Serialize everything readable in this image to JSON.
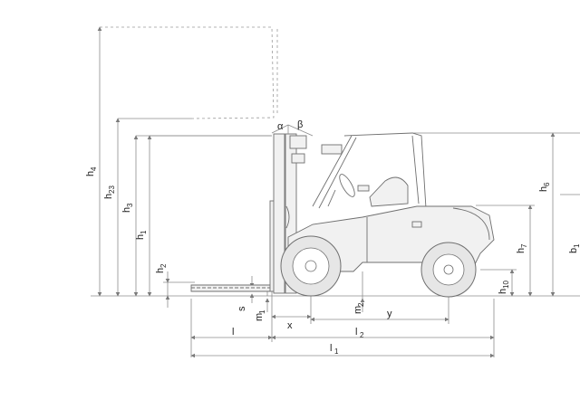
{
  "labels": {
    "h4": {
      "main": "h",
      "sub": "4"
    },
    "h23": {
      "main": "h",
      "sub": "23"
    },
    "h3": {
      "main": "h",
      "sub": "3"
    },
    "h1": {
      "main": "h",
      "sub": "1"
    },
    "h2": {
      "main": "h",
      "sub": "2"
    },
    "h6": {
      "main": "h",
      "sub": "6"
    },
    "h7": {
      "main": "h",
      "sub": "7"
    },
    "h10": {
      "main": "h",
      "sub": "10"
    },
    "b1": {
      "main": "b",
      "sub": "1"
    },
    "alpha": {
      "main": "α",
      "sub": ""
    },
    "beta": {
      "main": "β",
      "sub": ""
    },
    "s": {
      "main": "s",
      "sub": ""
    },
    "m1": {
      "main": "m",
      "sub": "1"
    },
    "m2": {
      "main": "m",
      "sub": "2"
    },
    "x": {
      "main": "x",
      "sub": ""
    },
    "y": {
      "main": "y",
      "sub": ""
    },
    "l": {
      "main": "l",
      "sub": ""
    },
    "l1": {
      "main": "l",
      "sub": "1"
    },
    "l2": {
      "main": "l",
      "sub": "2"
    }
  }
}
